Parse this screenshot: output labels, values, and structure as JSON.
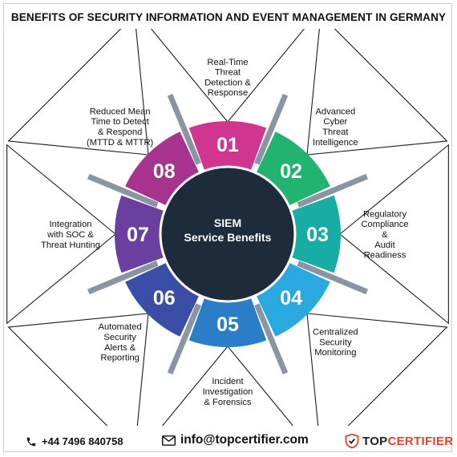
{
  "title": "BENEFITS OF SECURITY INFORMATION AND EVENT MANAGEMENT IN GERMANY",
  "center": {
    "line1": "SIEM",
    "line2": "Service Benefits"
  },
  "segments": [
    {
      "number": "01",
      "label": [
        "Real-Time",
        "Threat",
        "Detection &",
        "Response"
      ],
      "color": "#d0358f"
    },
    {
      "number": "02",
      "label": [
        "Advanced",
        "Cyber",
        "Threat",
        "Intelligence"
      ],
      "color": "#22b36e"
    },
    {
      "number": "03",
      "label": [
        "Regulatory",
        "Compliance",
        "&",
        "Audit",
        "Readiness"
      ],
      "color": "#18ada4"
    },
    {
      "number": "04",
      "label": [
        "Centralized",
        "Security",
        "Monitoring"
      ],
      "color": "#2aa8e0"
    },
    {
      "number": "05",
      "label": [
        "Incident",
        "Investigation",
        "& Forensics"
      ],
      "color": "#2a7ec8"
    },
    {
      "number": "06",
      "label": [
        "Automated",
        "Security",
        "Alerts &",
        "Reporting"
      ],
      "color": "#3a4ea6"
    },
    {
      "number": "07",
      "label": [
        "Integration",
        "with SOC &",
        "Threat Hunting"
      ],
      "color": "#6b3fa0"
    },
    {
      "number": "08",
      "label": [
        "Reduced Mean",
        "Time to Detect",
        "& Respond",
        "(MTTD & MTTR)"
      ],
      "color": "#a8338f"
    }
  ],
  "footer": {
    "phone": "+44 7496 840758",
    "email": "info@topcertifier.com",
    "logo_part1": "TOP",
    "logo_part2": "CERTIFIER",
    "phone_icon": "phone-icon",
    "email_icon": "envelope-icon",
    "logo_icon": "shield-icon"
  }
}
